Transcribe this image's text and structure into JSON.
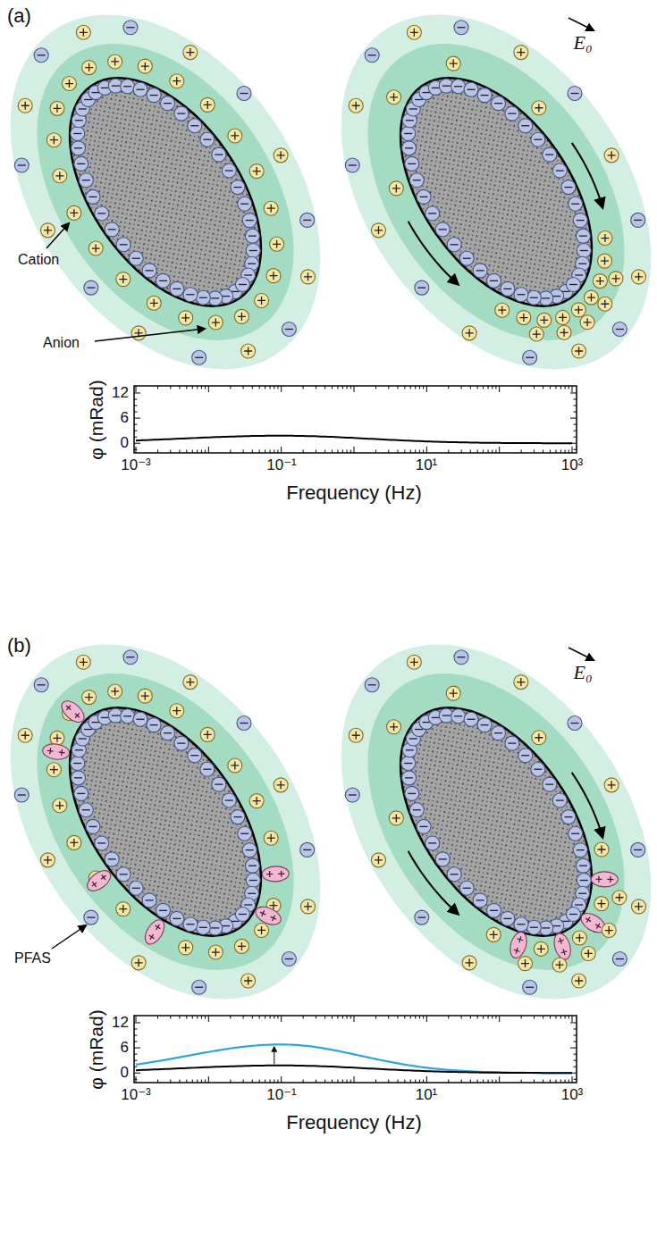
{
  "diagram": {
    "labels": [
      "(a)",
      "E₀",
      "Cation",
      "Anion",
      "φ (mRad)",
      "12",
      "6",
      "0",
      "10⁻³",
      "10⁻¹",
      "10¹",
      "10³",
      "Frequency (Hz)",
      "(b)",
      "E₀",
      "PFAS",
      "φ (mRad)",
      "12",
      "6",
      "0",
      "10⁻³",
      "10⁻¹",
      "10¹",
      "10³",
      "Frequency (Hz)"
    ]
  }
}
